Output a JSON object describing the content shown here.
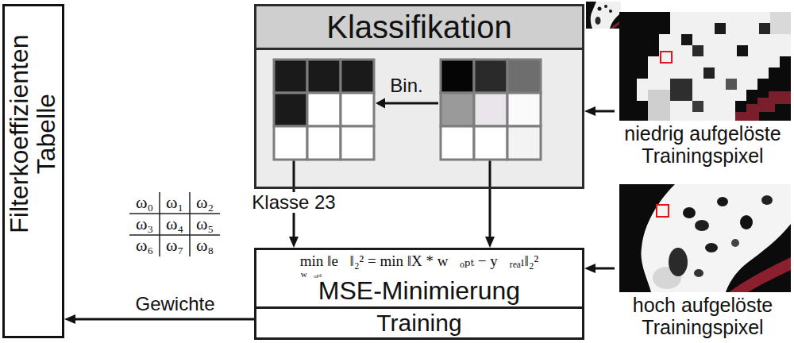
{
  "diagram": {
    "nodes": [
      {
        "text": [
          "Filterkoeffizienten Tabelle"
        ]
      },
      {
        "text": [
          "Klassifikation"
        ]
      },
      {
        "text": [
          "niedrig aufgelöste Trainingspixel"
        ]
      },
      {
        "text": [
          "min ‖e⃗‖₂² = min ‖X * w⃗ₒₚₜ − y⃗ᵣₑₐₗ‖₂²",
          "w⃗ₒₚₜ",
          "MSE-Minimierung",
          "Training"
        ]
      },
      {
        "text": [
          "hoch aufgelöste Trainingspixel"
        ]
      }
    ],
    "edges": [
      {
        "from": 2,
        "to": 1,
        "arrow": "to"
      },
      {
        "from": 1,
        "to": 3,
        "arrow": "to",
        "label": "Klasse 23"
      },
      {
        "from": 1,
        "to": 3,
        "arrow": "to"
      },
      {
        "from": 4,
        "to": 3,
        "arrow": "to"
      },
      {
        "from": 3,
        "to": 0,
        "arrow": "to",
        "label": "Gewichte"
      }
    ],
    "labels": [
      "Bin.",
      "ω₀",
      "ω₁",
      "ω₂",
      "ω₃",
      "ω₄",
      "ω₅",
      "ω₆",
      "ω₇",
      "ω₈"
    ]
  }
}
